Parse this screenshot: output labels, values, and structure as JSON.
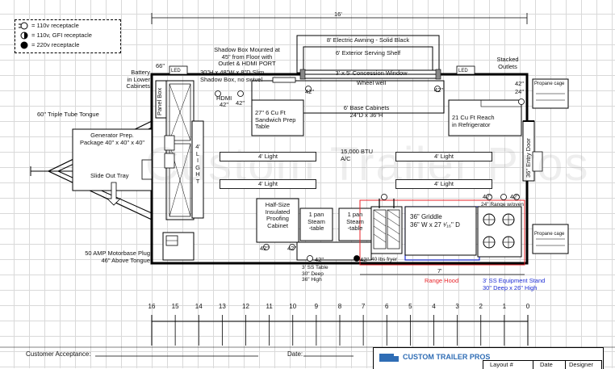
{
  "legend": {
    "items": [
      {
        "icon": "receptacle-110v-icon",
        "label": "= 110v receptacle"
      },
      {
        "icon": "receptacle-gfi-icon",
        "label": "= 110v, GFI receptacle"
      },
      {
        "icon": "receptacle-220v-icon",
        "label": "= 220v receptacle"
      }
    ]
  },
  "dims": {
    "overall_length": "16'",
    "under_bar": "7'"
  },
  "watermark": "Custom Trailer Pros",
  "labels": {
    "awning": "8' Electric Awning - Solid Black",
    "shelf": "6' Exterior Serving Shelf",
    "window": "3' x 5' Concession Window",
    "wheel_well": "Wheel well",
    "shadow_box": "Shadow Box Mounted at\n45\" from Floor with\nOutlet & HDMI PORT",
    "shadow_box_size": "30\"H x 48\"W x 8\"D Slim\nShadow Box, no swivel",
    "battery": "Battery\nin Lower\nCabinets",
    "stacked_outlets": "Stacked\nOutlets",
    "panel_box": "Panel Box",
    "hdmi": "HDMI",
    "h42_a": "42\"",
    "h42_b": "42\"",
    "h42_c": "42\"",
    "h42_d": "42\"",
    "h42_e": "42\"",
    "h42_f": "42\"",
    "h42_g": "42\"",
    "h42_h": "42\"",
    "h42_i": "42\"",
    "h42_j": "42\"",
    "h42_k": "42\"",
    "h24": "24\"",
    "h66": "66\"",
    "sandwich": "27\" 6 Cu Ft\nSandwich Prep\nTable",
    "base_cabinets": "6' Base Cabinets\n24\"D x 36\"H",
    "reach_in": "21 Cu Ft Reach\nin Refrigerator",
    "tongue": "60\" Triple Tube Tongue",
    "generator": "Generator Prep.\nPackage 40\" x 40\" x 40\"",
    "slide_tray": "Slide Out Tray",
    "light_vertical": "4'\nL\nI\nG\nH\nT",
    "light1": "4' Light",
    "light2": "4' Light",
    "light3": "4' Light",
    "light4": "4' Light",
    "ac": "15,000 BTU\nA/C",
    "entry_door": "36\" Entry Door",
    "propane1": "Propane cage",
    "propane2": "Propane cage",
    "range_oven": "24\" Range w/oven",
    "proofing": "Half-Size\nInsulated\nProofing\nCabinet",
    "steam1": "1 pan\nSteam\n-table",
    "steam2": "1 pan\nSteam\n-table",
    "griddle": "36\" Griddle\n36\" W x 27 ¹⁄₁₆\" D",
    "fryer": "40 lbs fryer",
    "ss_table": "3' SS Table\n30\" Deep\n36\" High",
    "range_hood": "Range Hood",
    "equip_stand": "3' SS Equipment Stand\n30\" Deep x 26\" High",
    "motorbase": "50 AMP Motorbase Plug\n46\" Above Tongue",
    "led": "LED"
  },
  "ruler": {
    "ticks": [
      "16",
      "15",
      "14",
      "13",
      "12",
      "11",
      "10",
      "9",
      "8",
      "7",
      "6",
      "5",
      "4",
      "3",
      "2",
      "1",
      "0"
    ]
  },
  "footer": {
    "customer": "Customer Acceptance:",
    "date": "Date:",
    "brand": "CUSTOM TRAILER PROS",
    "layout_no": "Layout #",
    "date_col": "Date",
    "designer": "Designer"
  },
  "colors": {
    "range_hood": "#e8242a",
    "equip_stand": "#1f2fd6",
    "brand_icon": "#2f6db5"
  }
}
